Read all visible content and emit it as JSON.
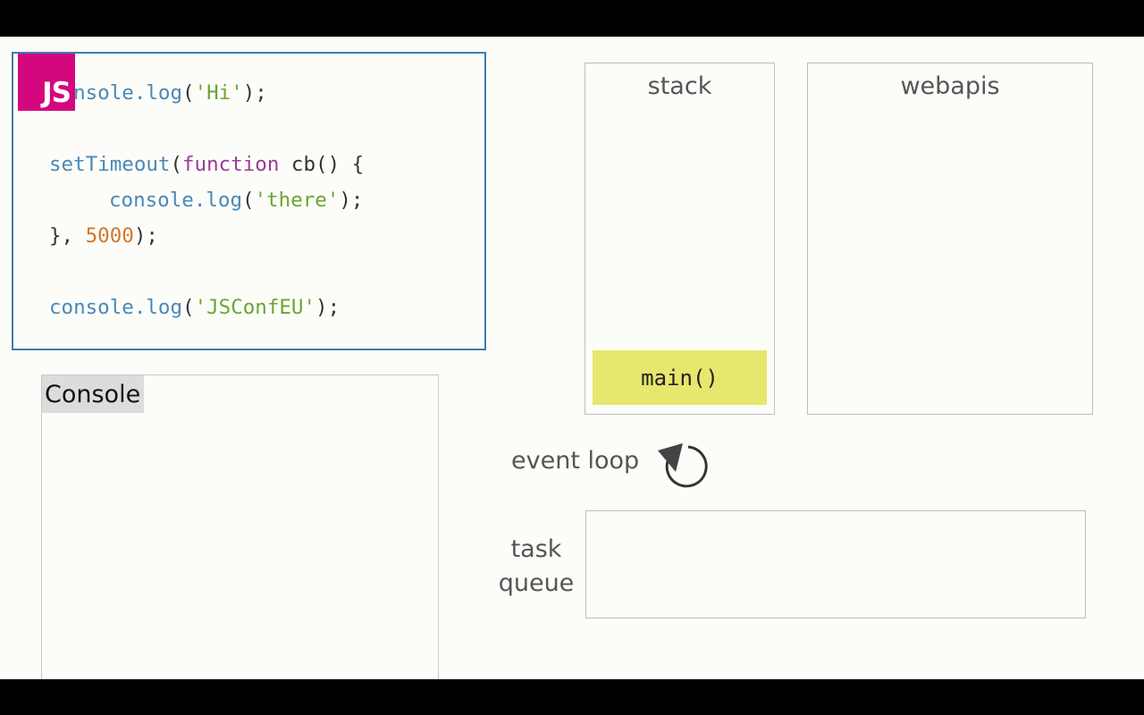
{
  "code": {
    "line1": {
      "fn": "console.log",
      "open": "(",
      "arg": "'Hi'",
      "close": ");"
    },
    "line2": {
      "fn": "setTimeout",
      "open": "(",
      "kw": "function",
      "rest": " cb() {"
    },
    "line3": {
      "fn": "console.log",
      "open": "(",
      "arg": "'there'",
      "close": ");"
    },
    "line4": {
      "start": "}, ",
      "num": "5000",
      "close": ");"
    },
    "line5": {
      "fn": "console.log",
      "open": "(",
      "arg": "'JSConfEU'",
      "close": ");"
    }
  },
  "logo": {
    "label": "JS"
  },
  "console": {
    "title": "Console"
  },
  "stack": {
    "title": "stack",
    "frames": [
      "main()"
    ]
  },
  "webapis": {
    "title": "webapis"
  },
  "event_loop": {
    "label": "event loop"
  },
  "task_queue": {
    "line1": "task",
    "line2": "queue"
  },
  "colors": {
    "logo_bg": "#d4077e",
    "frame_bg": "#e7e66d",
    "code_border": "#3a7fb0"
  }
}
